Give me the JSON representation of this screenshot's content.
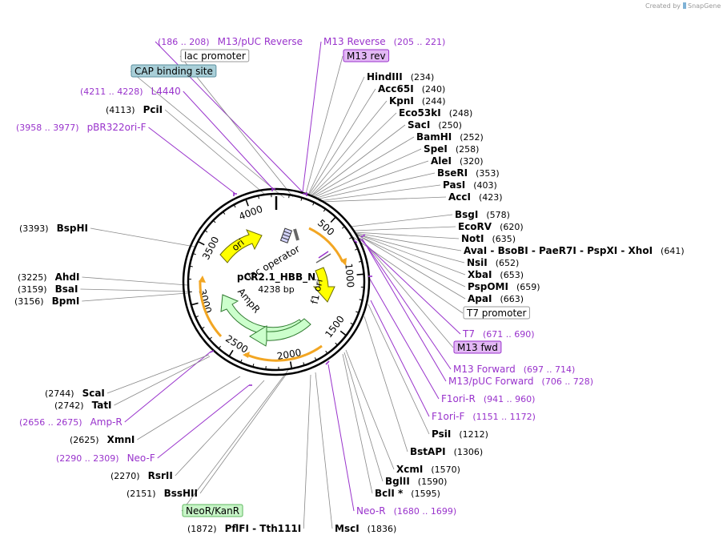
{
  "credit": {
    "created_by": "Created by",
    "brand": "SnapGene"
  },
  "plasmid": {
    "name": "pCR2.1_HBB_N",
    "length_label": "4238 bp"
  },
  "ticks": [
    "500",
    "1000",
    "1500",
    "2000",
    "2500",
    "3000",
    "3500",
    "4000"
  ],
  "features": [
    "ori",
    "lac operator",
    "f1 ori",
    "AmpR"
  ],
  "labels": [
    {
      "id": "m13puc-rev",
      "kind": "primer",
      "name": "M13/pUC Reverse",
      "pos": "(186 .. 208)",
      "first": "pos"
    },
    {
      "id": "m13-reverse",
      "kind": "primer",
      "name": "M13 Reverse",
      "pos": "(205 .. 221)",
      "first": "name"
    },
    {
      "id": "lac-promoter",
      "kind": "box",
      "name": "lac promoter",
      "fill": "#ffffff",
      "stroke": "#999999"
    },
    {
      "id": "m13-rev",
      "kind": "box",
      "name": "M13 rev",
      "fill": "#e3b8f5",
      "stroke": "#9933cc"
    },
    {
      "id": "cap-site",
      "kind": "box",
      "name": "CAP binding site",
      "fill": "#a9cfd8",
      "stroke": "#5a8f9e"
    },
    {
      "id": "hindiii",
      "kind": "enzyme",
      "name": "HindIII",
      "pos": "(234)",
      "first": "name"
    },
    {
      "id": "acc65i",
      "kind": "enzyme",
      "name": "Acc65I",
      "pos": "(240)",
      "first": "name"
    },
    {
      "id": "kpni",
      "kind": "enzyme",
      "name": "KpnI",
      "pos": "(244)",
      "first": "name"
    },
    {
      "id": "eco53ki",
      "kind": "enzyme",
      "name": "Eco53kI",
      "pos": "(248)",
      "first": "name"
    },
    {
      "id": "saci",
      "kind": "enzyme",
      "name": "SacI",
      "pos": "(250)",
      "first": "name"
    },
    {
      "id": "bamhi",
      "kind": "enzyme",
      "name": "BamHI",
      "pos": "(252)",
      "first": "name"
    },
    {
      "id": "spei",
      "kind": "enzyme",
      "name": "SpeI",
      "pos": "(258)",
      "first": "name"
    },
    {
      "id": "alei",
      "kind": "enzyme",
      "name": "AleI",
      "pos": "(320)",
      "first": "name"
    },
    {
      "id": "beri",
      "kind": "enzyme",
      "name": "BseRI",
      "pos": "(353)",
      "first": "name"
    },
    {
      "id": "pasi",
      "kind": "enzyme",
      "name": "PasI",
      "pos": "(403)",
      "first": "name"
    },
    {
      "id": "acci",
      "kind": "enzyme",
      "name": "AccI",
      "pos": "(423)",
      "first": "name"
    },
    {
      "id": "l4440",
      "kind": "primer",
      "name": "L4440",
      "pos": "(4211 .. 4228)",
      "first": "pos"
    },
    {
      "id": "pcii",
      "kind": "enzyme",
      "name": "PciI",
      "pos": "(4113)",
      "first": "pos"
    },
    {
      "id": "pbr322",
      "kind": "primer",
      "name": "pBR322ori-F",
      "pos": "(3958 .. 3977)",
      "first": "pos"
    },
    {
      "id": "bsgi",
      "kind": "enzyme",
      "name": "BsgI",
      "pos": "(578)",
      "first": "name"
    },
    {
      "id": "ecorv",
      "kind": "enzyme",
      "name": "EcoRV",
      "pos": "(620)",
      "first": "name"
    },
    {
      "id": "noti",
      "kind": "enzyme",
      "name": "NotI",
      "pos": "(635)",
      "first": "name"
    },
    {
      "id": "avai",
      "kind": "enzyme",
      "name": "AvaI  - BsoBI  - PaeR7I  - PspXI  - XhoI",
      "pos": "(641)",
      "first": "name"
    },
    {
      "id": "nsii",
      "kind": "enzyme",
      "name": "NsiI",
      "pos": "(652)",
      "first": "name"
    },
    {
      "id": "xbai",
      "kind": "enzyme",
      "name": "XbaI",
      "pos": "(653)",
      "first": "name"
    },
    {
      "id": "pspomi",
      "kind": "enzyme",
      "name": "PspOMI",
      "pos": "(659)",
      "first": "name"
    },
    {
      "id": "apai",
      "kind": "enzyme",
      "name": "ApaI",
      "pos": "(663)",
      "first": "name"
    },
    {
      "id": "t7-promoter",
      "kind": "box",
      "name": "T7 promoter",
      "fill": "#ffffff",
      "stroke": "#999999"
    },
    {
      "id": "t7",
      "kind": "primer",
      "name": "T7",
      "pos": "(671 .. 690)",
      "first": "name"
    },
    {
      "id": "m13-fwd",
      "kind": "box",
      "name": "M13 fwd",
      "fill": "#e3b8f5",
      "stroke": "#9933cc"
    },
    {
      "id": "m13-forward",
      "kind": "primer",
      "name": "M13 Forward",
      "pos": "(697 .. 714)",
      "first": "name"
    },
    {
      "id": "m13puc-fwd",
      "kind": "primer",
      "name": "M13/pUC Forward",
      "pos": "(706 .. 728)",
      "first": "name"
    },
    {
      "id": "f1ori-r",
      "kind": "primer",
      "name": "F1ori-R",
      "pos": "(941 .. 960)",
      "first": "name"
    },
    {
      "id": "f1ori-f",
      "kind": "primer",
      "name": "F1ori-F",
      "pos": "(1151 .. 1172)",
      "first": "name"
    },
    {
      "id": "psii",
      "kind": "enzyme",
      "name": "PsiI",
      "pos": "(1212)",
      "first": "name"
    },
    {
      "id": "bstapi",
      "kind": "enzyme",
      "name": "BstAPI",
      "pos": "(1306)",
      "first": "name"
    },
    {
      "id": "xcmi",
      "kind": "enzyme",
      "name": "XcmI",
      "pos": "(1570)",
      "first": "name"
    },
    {
      "id": "bglii",
      "kind": "enzyme",
      "name": "BglII",
      "pos": "(1590)",
      "first": "name"
    },
    {
      "id": "bcli",
      "kind": "enzyme",
      "name": "BclI *",
      "pos": "(1595)",
      "first": "name"
    },
    {
      "id": "neo-r",
      "kind": "primer",
      "name": "Neo-R",
      "pos": "(1680 .. 1699)",
      "first": "name"
    },
    {
      "id": "msci",
      "kind": "enzyme",
      "name": "MscI",
      "pos": "(1836)",
      "first": "name"
    },
    {
      "id": "pflfi",
      "kind": "enzyme",
      "name": "PflFI  - Tth111I",
      "pos": "(1872)",
      "first": "pos"
    },
    {
      "id": "neokan",
      "kind": "box",
      "name": "NeoR/KanR",
      "fill": "#c8f5c8",
      "stroke": "#5fb85f"
    },
    {
      "id": "bsshii",
      "kind": "enzyme",
      "name": "BssHII",
      "pos": "(2151)",
      "first": "pos"
    },
    {
      "id": "rsrii",
      "kind": "enzyme",
      "name": "RsrII",
      "pos": "(2270)",
      "first": "pos"
    },
    {
      "id": "neo-f",
      "kind": "primer",
      "name": "Neo-F",
      "pos": "(2290 .. 2309)",
      "first": "pos"
    },
    {
      "id": "xmni",
      "kind": "enzyme",
      "name": "XmnI",
      "pos": "(2625)",
      "first": "pos"
    },
    {
      "id": "amp-r",
      "kind": "primer",
      "name": "Amp-R",
      "pos": "(2656 .. 2675)",
      "first": "pos"
    },
    {
      "id": "tati",
      "kind": "enzyme",
      "name": "TatI",
      "pos": "(2742)",
      "first": "pos"
    },
    {
      "id": "scai",
      "kind": "enzyme",
      "name": "ScaI",
      "pos": "(2744)",
      "first": "pos"
    },
    {
      "id": "bpmi",
      "kind": "enzyme",
      "name": "BpmI",
      "pos": "(3156)",
      "first": "pos"
    },
    {
      "id": "bsai",
      "kind": "enzyme",
      "name": "BsaI",
      "pos": "(3159)",
      "first": "pos"
    },
    {
      "id": "ahdi",
      "kind": "enzyme",
      "name": "AhdI",
      "pos": "(3225)",
      "first": "pos"
    },
    {
      "id": "bsphi",
      "kind": "enzyme",
      "name": "BspHI",
      "pos": "(3393)",
      "first": "pos"
    }
  ]
}
